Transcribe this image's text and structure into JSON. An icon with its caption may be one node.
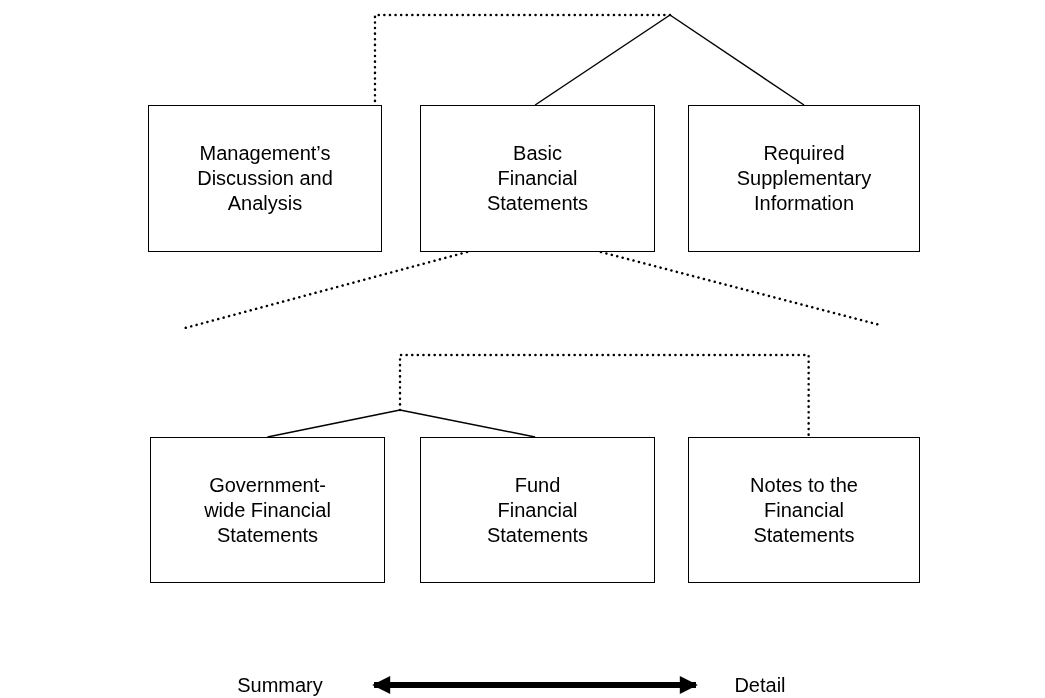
{
  "diagram": {
    "nodes": [
      {
        "text": [
          "Management’s Discussion and Analysis"
        ]
      },
      {
        "text": [
          "Basic Financial Statements"
        ]
      },
      {
        "text": [
          "Required Supplementary Information"
        ]
      },
      {
        "text": [
          "Government-wide Financial Statements"
        ]
      },
      {
        "text": [
          "Fund Financial Statements"
        ]
      },
      {
        "text": [
          "Notes to the Financial Statements"
        ]
      },
      {
        "text": [
          "Summary"
        ]
      },
      {
        "text": [
          "Detail"
        ]
      }
    ],
    "edges": [
      {
        "from": null,
        "to": 1,
        "arrow": "none"
      },
      {
        "from": null,
        "to": 2,
        "arrow": "none"
      },
      {
        "from": null,
        "to": 0,
        "arrow": "none",
        "style": "dashed"
      },
      {
        "from": 1,
        "to": null,
        "arrow": "none",
        "style": "dashed"
      },
      {
        "from": 1,
        "to": null,
        "arrow": "none",
        "style": "dashed"
      },
      {
        "from": null,
        "to": 3,
        "arrow": "none"
      },
      {
        "from": null,
        "to": 4,
        "arrow": "none"
      },
      {
        "from": null,
        "to": 5,
        "arrow": "none",
        "style": "dashed"
      },
      {
        "from": 6,
        "to": 7,
        "arrow": "both",
        "style": "thick"
      }
    ]
  }
}
